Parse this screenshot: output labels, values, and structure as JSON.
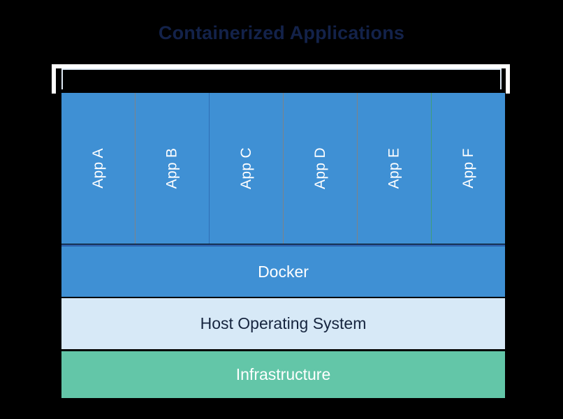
{
  "background_color": "#000000",
  "title": {
    "text": "Containerized Applications",
    "color": "#13224a"
  },
  "diagram": {
    "top_frame": {
      "name": "container-frame",
      "outline_color": "#ffffff",
      "inner_outline_color": "#dfeaf5",
      "label": ""
    },
    "apps": {
      "layer_color": "#3f90d4",
      "label_color": "#ffffff",
      "items": [
        {
          "label": "App A",
          "divider": "gray"
        },
        {
          "label": "App B",
          "divider": "blue"
        },
        {
          "label": "App C",
          "divider": "gray"
        },
        {
          "label": "App D",
          "divider": "gray"
        },
        {
          "label": "App E",
          "divider": "green"
        },
        {
          "label": "App F",
          "divider": "none"
        }
      ]
    },
    "layers": [
      {
        "name": "docker",
        "label": "Docker",
        "background": "#3f90d4",
        "text_color": "#ffffff",
        "top_border_color": "#2c5fa8"
      },
      {
        "name": "host-operating-system",
        "label": "Host Operating System",
        "background": "#d7e9f7",
        "text_color": "#16253f",
        "top_border_color": ""
      },
      {
        "name": "infrastructure",
        "label": "Infrastructure",
        "background": "#63c6a8",
        "text_color": "#ffffff",
        "top_border_color": ""
      }
    ]
  }
}
